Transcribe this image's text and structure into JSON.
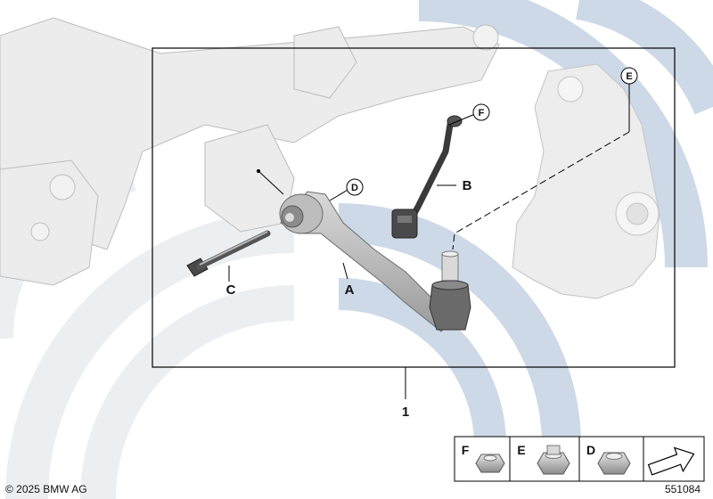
{
  "labels": {
    "A": "A",
    "B": "B",
    "C": "C",
    "D": "D",
    "E": "E",
    "F": "F",
    "kit": "1"
  },
  "legend": {
    "items": [
      "F",
      "E",
      "D"
    ]
  },
  "footer": {
    "copyright": "© 2025 BMW AG",
    "diagram_number": "551084"
  },
  "colors": {
    "watermark": "#e8ecf0",
    "watermark_blue": "#c9d6e6",
    "part_fill": "#c8c8c8",
    "part_dark": "#3a3a3a",
    "frame": "#000000"
  }
}
